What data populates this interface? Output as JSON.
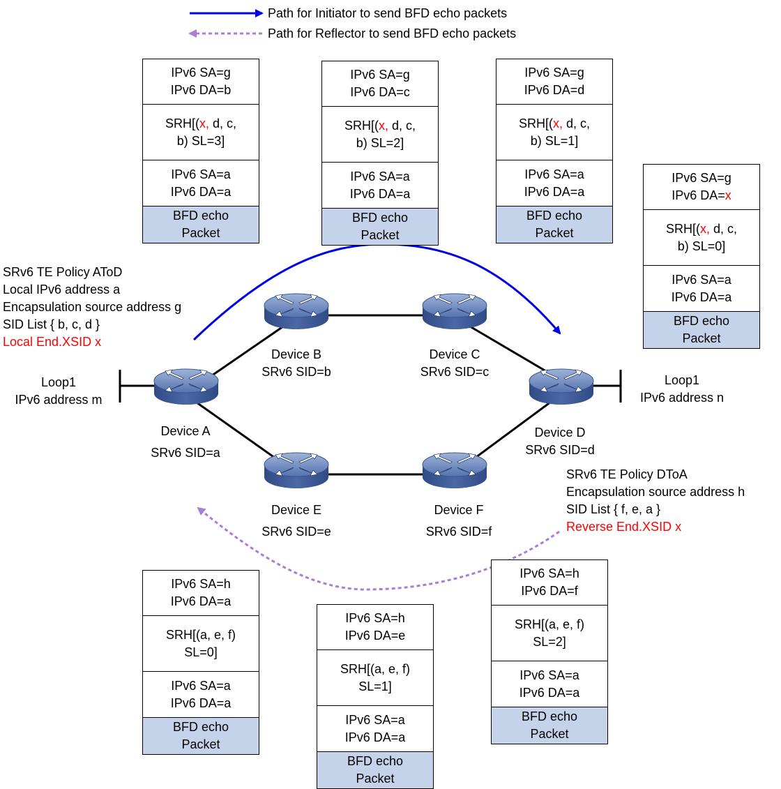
{
  "legend": {
    "initiator_label": "Path for Initiator to send BFD echo packets",
    "reflector_label": "Path for Reflector to send BFD echo packets",
    "initiator_color": "#0000e6",
    "reflector_color": "#a97cd6"
  },
  "policy_atod": {
    "line1": "SRv6 TE Policy AToD",
    "line2": "Local IPv6 address a",
    "line3": "Encapsulation source address g",
    "line4": "SID List { b, c, d }",
    "line5": "Local End.XSID x"
  },
  "policy_dtoa": {
    "line1": "SRv6 TE Policy DToA",
    "line2": "Encapsulation source address h",
    "line3": "SID List { f, e, a }",
    "line4": "Reverse End.XSID x"
  },
  "loops": {
    "left_name": "Loop1",
    "left_addr": "IPv6 address m",
    "right_name": "Loop1",
    "right_addr": "IPv6 address n"
  },
  "devices": {
    "a": {
      "name": "Device A",
      "sid": "SRv6 SID=a"
    },
    "b": {
      "name": "Device B",
      "sid": "SRv6 SID=b"
    },
    "c": {
      "name": "Device C",
      "sid": "SRv6 SID=c"
    },
    "d": {
      "name": "Device D",
      "sid": "SRv6 SID=d"
    },
    "e": {
      "name": "Device E",
      "sid": "SRv6 SID=e"
    },
    "f": {
      "name": "Device F",
      "sid": "SRv6 SID=f"
    }
  },
  "packets": {
    "p1": {
      "outer1": "IPv6 SA=g",
      "outer2": "IPv6 DA=b",
      "srh_open": "SRH[(",
      "srh_x": "x,",
      "srh_rest": " d, c,",
      "srh2": "b) SL=3]",
      "inner1": "IPv6 SA=a",
      "inner2": "IPv6 DA=a",
      "bfd1": "BFD echo",
      "bfd2": "Packet"
    },
    "p2": {
      "outer1": "IPv6 SA=g",
      "outer2": "IPv6 DA=c",
      "srh_open": "SRH[(",
      "srh_x": "x,",
      "srh_rest": " d, c,",
      "srh2": "b) SL=2]",
      "inner1": "IPv6 SA=a",
      "inner2": "IPv6 DA=a",
      "bfd1": "BFD echo",
      "bfd2": "Packet"
    },
    "p3": {
      "outer1": "IPv6 SA=g",
      "outer2": "IPv6 DA=d",
      "srh_open": "SRH[(",
      "srh_x": "x,",
      "srh_rest": " d, c,",
      "srh2": "b) SL=1]",
      "inner1": "IPv6 SA=a",
      "inner2": "IPv6 DA=a",
      "bfd1": "BFD echo",
      "bfd2": "Packet"
    },
    "p4": {
      "outer1": "IPv6 SA=g",
      "outer2_prefix": "IPv6 DA=",
      "outer2_x": "x",
      "srh_open": "SRH[(",
      "srh_x": "x,",
      "srh_rest": " d, c,",
      "srh2": "b) SL=0]",
      "inner1": "IPv6 SA=a",
      "inner2": "IPv6 DA=a",
      "bfd1": "BFD echo",
      "bfd2": "Packet"
    },
    "p5": {
      "outer1": "IPv6 SA=h",
      "outer2": "IPv6 DA=a",
      "srh1": "SRH[(a, e, f)",
      "srh2": "SL=0]",
      "inner1": "IPv6 SA=a",
      "inner2": "IPv6 DA=a",
      "bfd1": "BFD echo",
      "bfd2": "Packet"
    },
    "p6": {
      "outer1": "IPv6 SA=h",
      "outer2": "IPv6 DA=e",
      "srh1": "SRH[(a, e, f)",
      "srh2": "SL=1]",
      "inner1": "IPv6 SA=a",
      "inner2": "IPv6 DA=a",
      "bfd1": "BFD echo",
      "bfd2": "Packet"
    },
    "p7": {
      "outer1": "IPv6 SA=h",
      "outer2": "IPv6 DA=f",
      "srh1": "SRH[(a, e, f)",
      "srh2": "SL=2]",
      "inner1": "IPv6 SA=a",
      "inner2": "IPv6 DA=a",
      "bfd1": "BFD echo",
      "bfd2": "Packet"
    }
  }
}
